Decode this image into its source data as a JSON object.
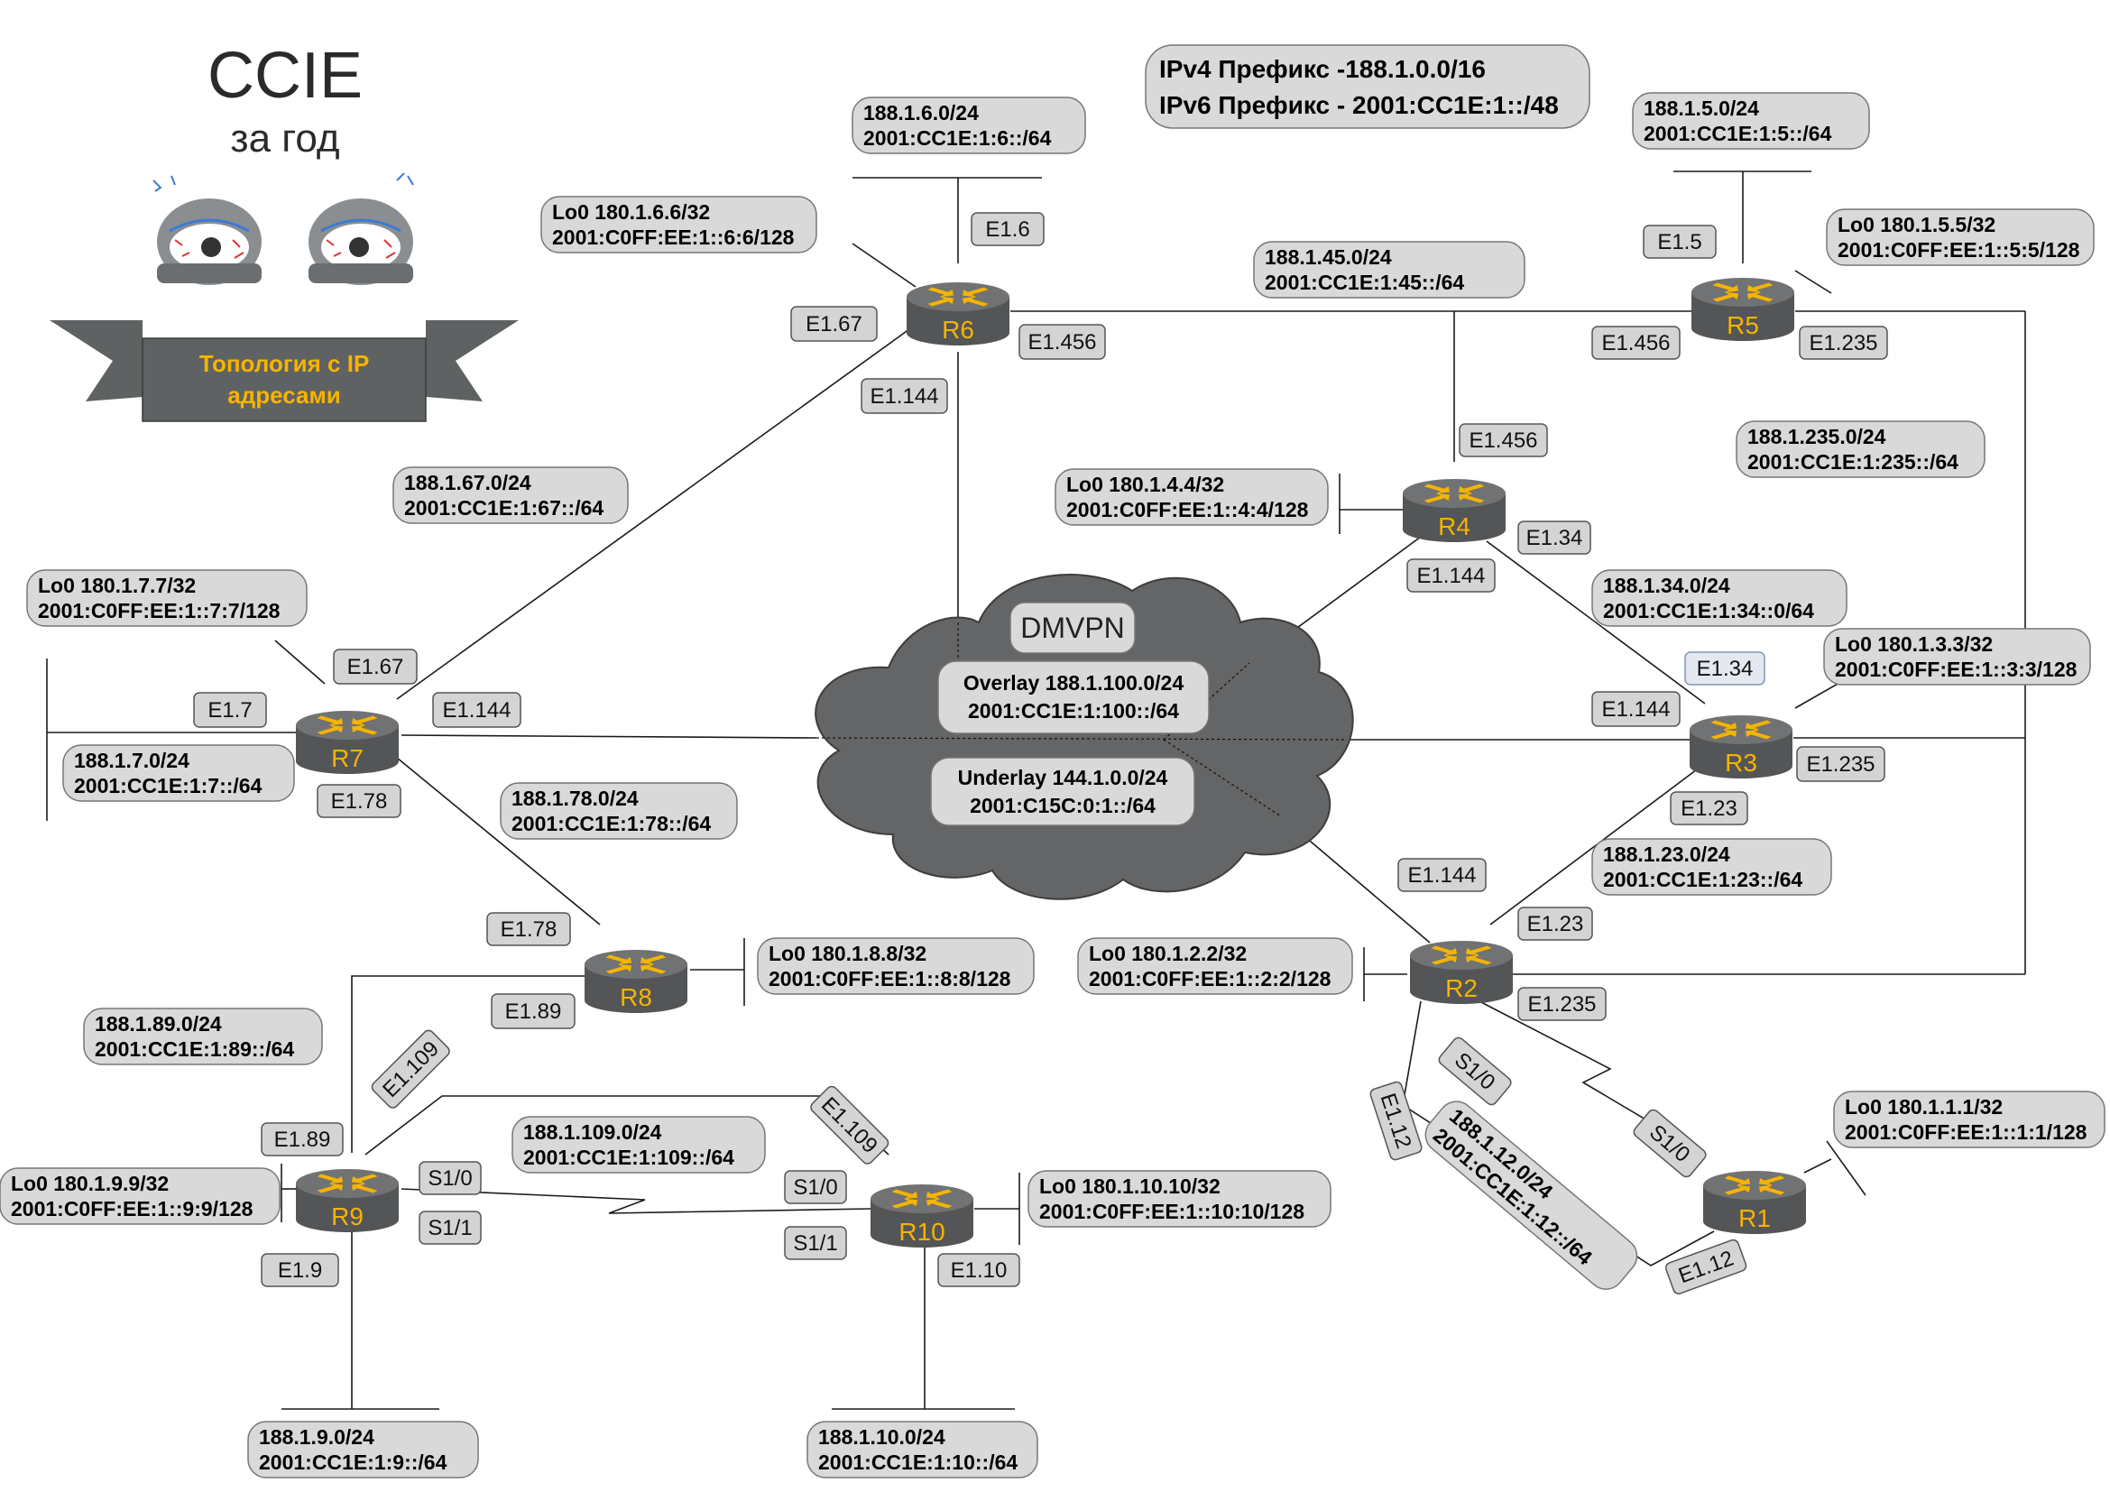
{
  "header": {
    "title": "CCIE",
    "subtitle": "за год",
    "banner": [
      "Топология с IP",
      "адресами"
    ]
  },
  "prefix_box": [
    "IPv4 Префикс -188.1.0.0/16",
    "IPv6 Префикс - 2001:CC1E:1::/48"
  ],
  "cloud": {
    "name": "DMVPN",
    "overlay": [
      "Overlay 188.1.100.0/24",
      "2001:CC1E:1:100::/64"
    ],
    "underlay": [
      "Underlay 144.1.0.0/24",
      "2001:C15C:0:1::/64"
    ]
  },
  "routers": [
    {
      "id": "R1",
      "label": "R1"
    },
    {
      "id": "R2",
      "label": "R2"
    },
    {
      "id": "R3",
      "label": "R3"
    },
    {
      "id": "R4",
      "label": "R4"
    },
    {
      "id": "R5",
      "label": "R5"
    },
    {
      "id": "R6",
      "label": "R6"
    },
    {
      "id": "R7",
      "label": "R7"
    },
    {
      "id": "R8",
      "label": "R8"
    },
    {
      "id": "R9",
      "label": "R9"
    },
    {
      "id": "R10",
      "label": "R10"
    }
  ],
  "subnets": [
    {
      "id": "net-1-6",
      "lines": [
        "188.1.6.0/24",
        "2001:CC1E:1:6::/64"
      ]
    },
    {
      "id": "lo-r6",
      "lines": [
        "Lo0 180.1.6.6/32",
        "2001:C0FF:EE:1::6:6/128"
      ]
    },
    {
      "id": "net-1-5",
      "lines": [
        "188.1.5.0/24",
        "2001:CC1E:1:5::/64"
      ]
    },
    {
      "id": "lo-r5",
      "lines": [
        "Lo0 180.1.5.5/32",
        "2001:C0FF:EE:1::5:5/128"
      ]
    },
    {
      "id": "net-1-45",
      "lines": [
        "188.1.45.0/24",
        "2001:CC1E:1:45::/64"
      ]
    },
    {
      "id": "net-1-235",
      "lines": [
        "188.1.235.0/24",
        "2001:CC1E:1:235::/64"
      ]
    },
    {
      "id": "lo-r4",
      "lines": [
        "Lo0 180.1.4.4/32",
        "2001:C0FF:EE:1::4:4/128"
      ]
    },
    {
      "id": "net-1-67",
      "lines": [
        "188.1.67.0/24",
        "2001:CC1E:1:67::/64"
      ]
    },
    {
      "id": "lo-r7",
      "lines": [
        "Lo0 180.1.7.7/32",
        "2001:C0FF:EE:1::7:7/128"
      ]
    },
    {
      "id": "net-1-34",
      "lines": [
        "188.1.34.0/24",
        "2001:CC1E:1:34::0/64"
      ]
    },
    {
      "id": "lo-r3",
      "lines": [
        "Lo0 180.1.3.3/32",
        "2001:C0FF:EE:1::3:3/128"
      ]
    },
    {
      "id": "net-1-7",
      "lines": [
        "188.1.7.0/24",
        "2001:CC1E:1:7::/64"
      ]
    },
    {
      "id": "net-1-78",
      "lines": [
        "188.1.78.0/24",
        "2001:CC1E:1:78::/64"
      ]
    },
    {
      "id": "net-1-23",
      "lines": [
        "188.1.23.0/24",
        "2001:CC1E:1:23::/64"
      ]
    },
    {
      "id": "lo-r8",
      "lines": [
        "Lo0 180.1.8.8/32",
        "2001:C0FF:EE:1::8:8/128"
      ]
    },
    {
      "id": "lo-r2",
      "lines": [
        "Lo0 180.1.2.2/32",
        "2001:C0FF:EE:1::2:2/128"
      ]
    },
    {
      "id": "net-1-89",
      "lines": [
        "188.1.89.0/24",
        "2001:CC1E:1:89::/64"
      ]
    },
    {
      "id": "net-1-109",
      "lines": [
        "188.1.109.0/24",
        "2001:CC1E:1:109::/64"
      ]
    },
    {
      "id": "lo-r1",
      "lines": [
        "Lo0 180.1.1.1/32",
        "2001:C0FF:EE:1::1:1/128"
      ]
    },
    {
      "id": "lo-r9",
      "lines": [
        "Lo0 180.1.9.9/32",
        "2001:C0FF:EE:1::9:9/128"
      ]
    },
    {
      "id": "lo-r10",
      "lines": [
        "Lo0 180.1.10.10/32",
        "2001:C0FF:EE:1::10:10/128"
      ]
    },
    {
      "id": "net-1-9",
      "lines": [
        "188.1.9.0/24",
        "2001:CC1E:1:9::/64"
      ]
    },
    {
      "id": "net-1-10",
      "lines": [
        "188.1.10.0/24",
        "2001:CC1E:1:10::/64"
      ]
    },
    {
      "id": "net-1-12",
      "lines": [
        "188.1.12.0/24",
        "2001:CC1E:1:12::/64"
      ]
    }
  ],
  "interfaces": [
    "E1.6",
    "E1.67",
    "E1.456",
    "E1.144",
    "E1.5",
    "E1.456",
    "E1.235",
    "E1.456",
    "E1.34",
    "E1.144",
    "E1.67",
    "E1.7",
    "E1.144",
    "E1.78",
    "E1.34",
    "E1.144",
    "E1.235",
    "E1.23",
    "E1.144",
    "E1.23",
    "E1.235",
    "E1.12",
    "S1/0",
    "S1/0",
    "E1.12",
    "E1.78",
    "E1.89",
    "E1.109",
    "E1.89",
    "S1/0",
    "S1/1",
    "E1.9",
    "E1.109",
    "S1/0",
    "S1/1",
    "E1.10"
  ],
  "colors": {
    "router_body": "#5f6061",
    "router_arrows": "#f5b400",
    "label_fill": "#d9d9d9",
    "cloud": "#646566",
    "banner": "#5f6263",
    "banner_text": "#f5b400"
  }
}
